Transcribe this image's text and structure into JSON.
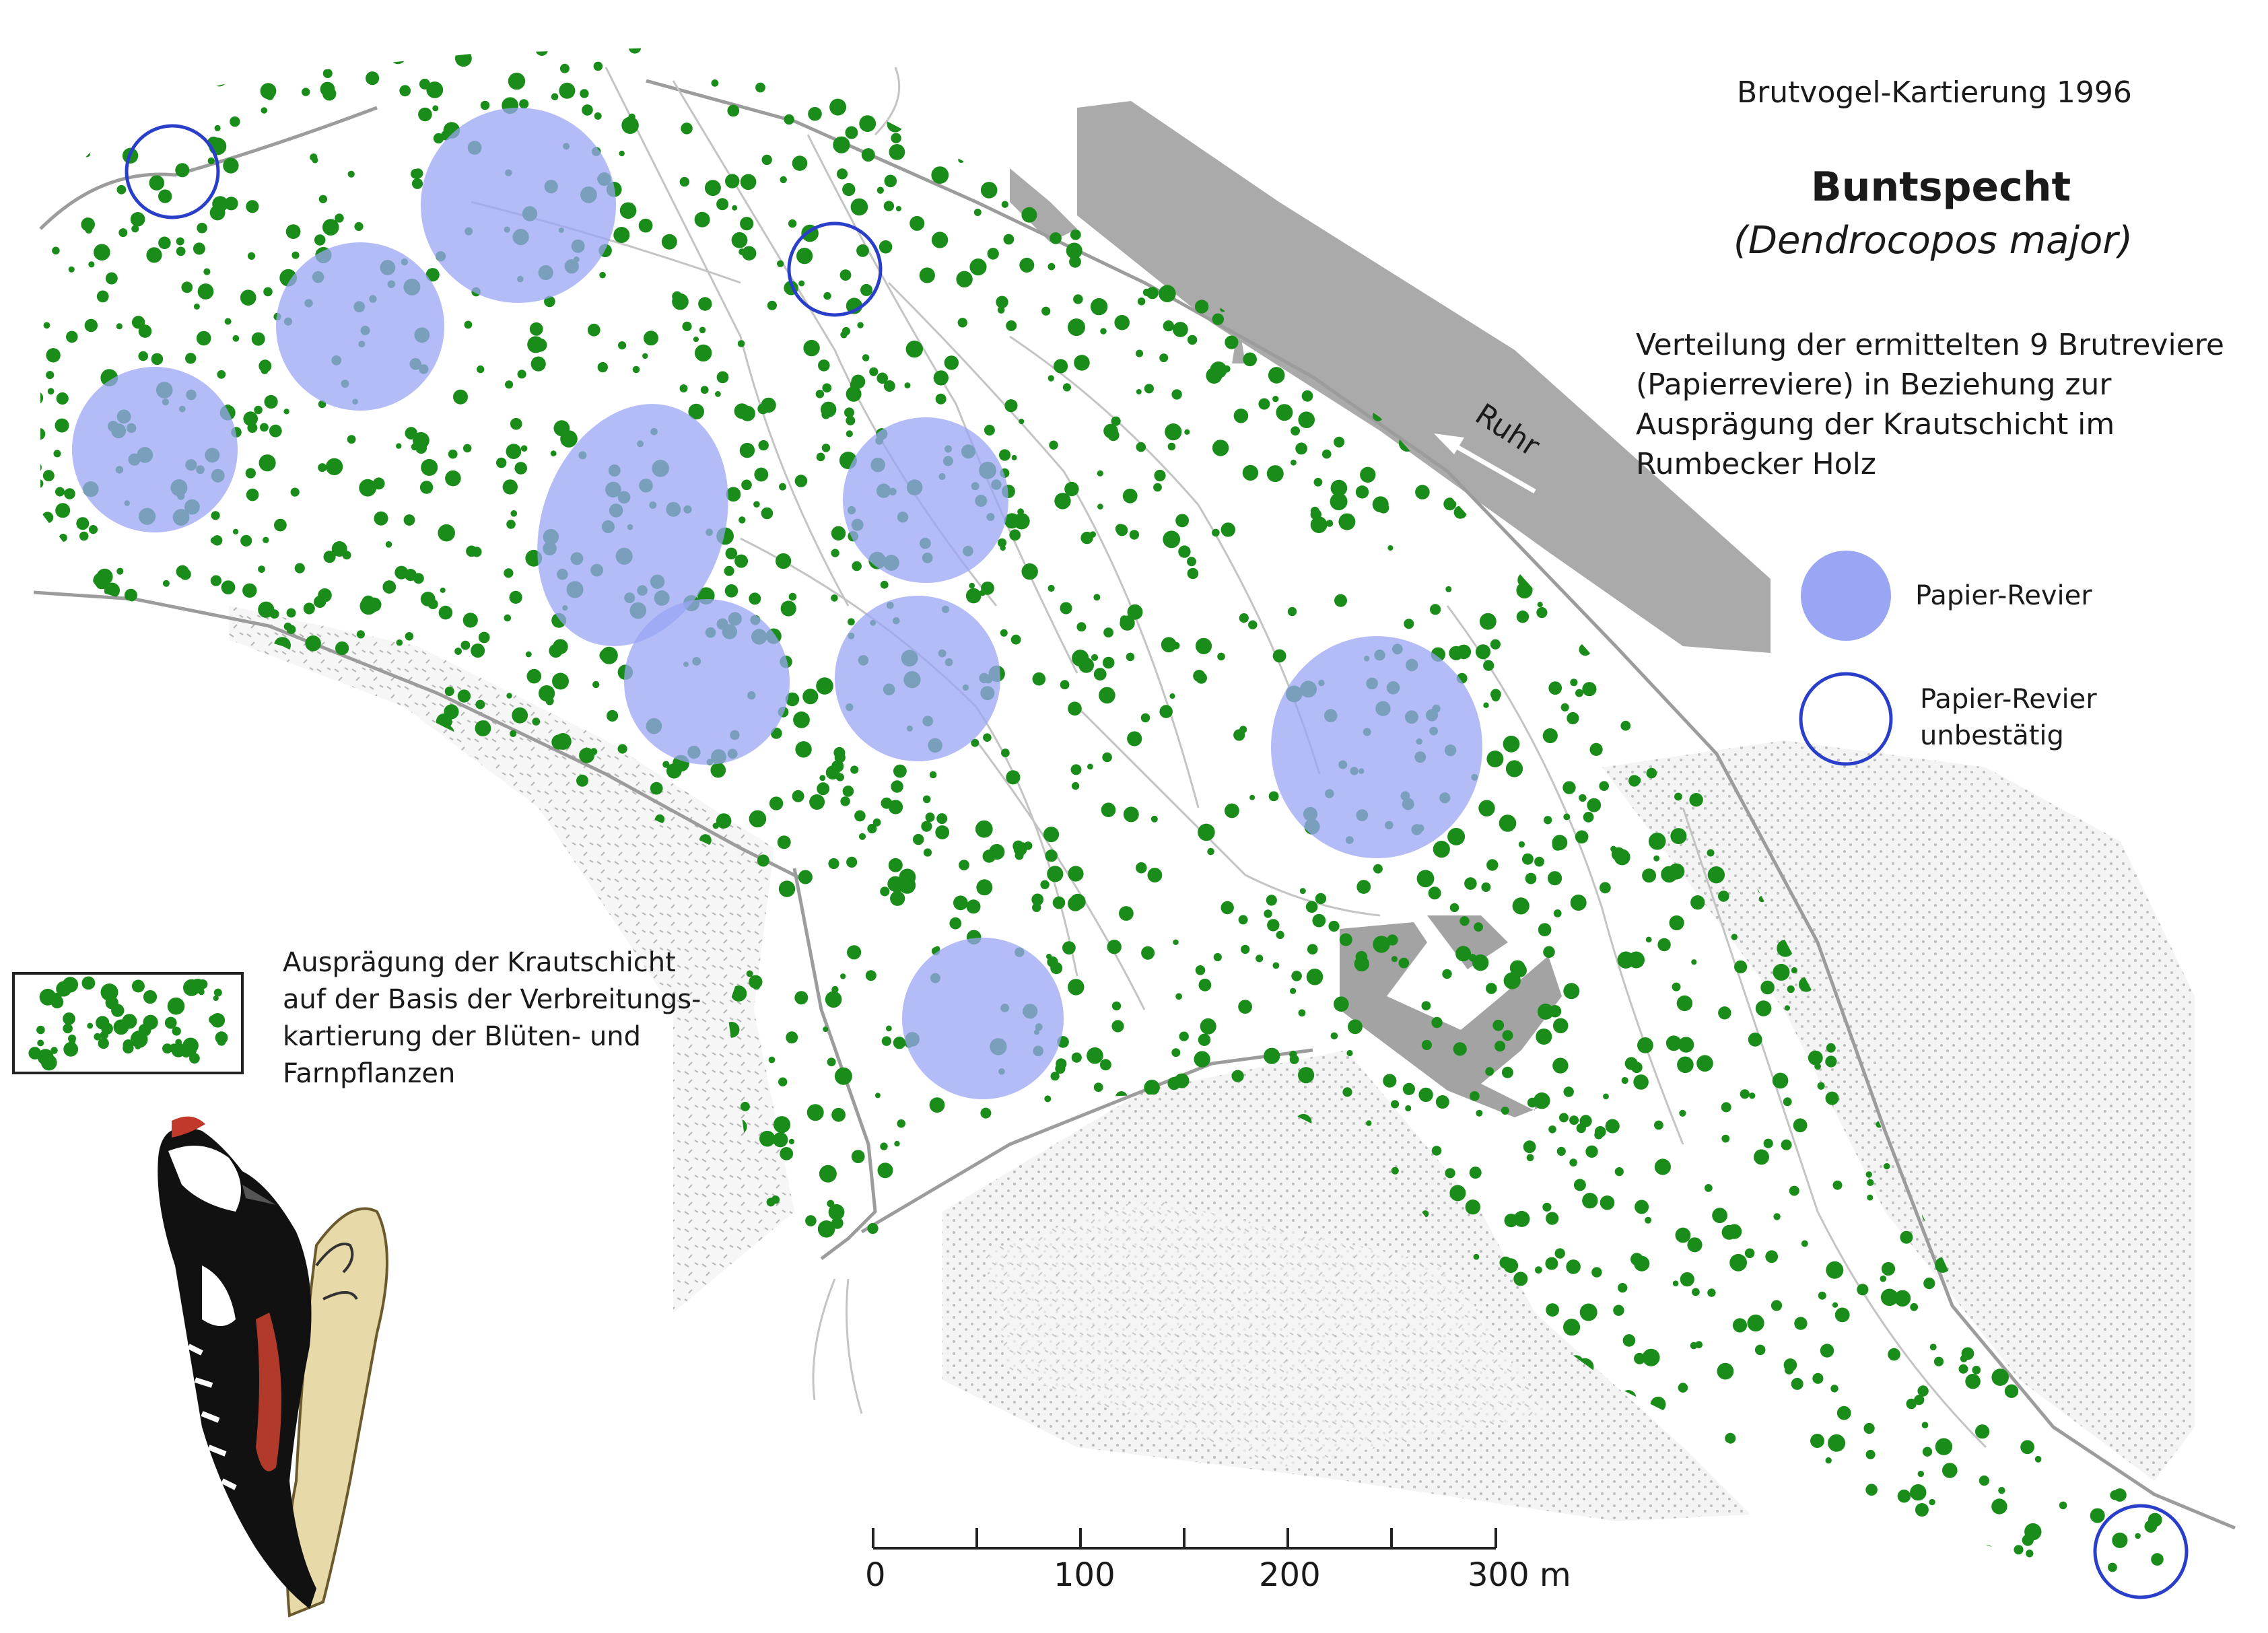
{
  "header": {
    "title": "Brutvogel-Kartierung 1996",
    "species_name": "Buntspecht",
    "species_latin": "(Dendrocopos major)",
    "description": "Verteilung der ermittelten 9 Brutreviere (Papierreviere) in Beziehung zur Ausprägung der Krautschicht im Rumbecker Holz"
  },
  "map": {
    "river_label": "Ruhr",
    "territory_count": 9,
    "unconfirmed_territory_count": 3,
    "colors": {
      "territory_fill": "#9aa6f4",
      "unconfirmed_stroke": "#2a3fc9",
      "herb_dots": "#1a8c1a",
      "river": "#aaaaaa",
      "built_area": "#a3a3a3",
      "path_lines": "#b8b8b8",
      "stippled_field": "#c8c8c8"
    }
  },
  "legend": {
    "territory_label": "Papier-Revier",
    "unconfirmed_label": "Papier-Revier unbestätig",
    "herb_layer_label": "Ausprägung der Krautschicht auf der Basis der Verbreitungs- kartierung der Blüten- und Farnpflanzen"
  },
  "scale_bar": {
    "labels": [
      "0",
      "100",
      "200",
      "300 m"
    ]
  },
  "illustration": {
    "icon": "woodpecker-icon"
  }
}
